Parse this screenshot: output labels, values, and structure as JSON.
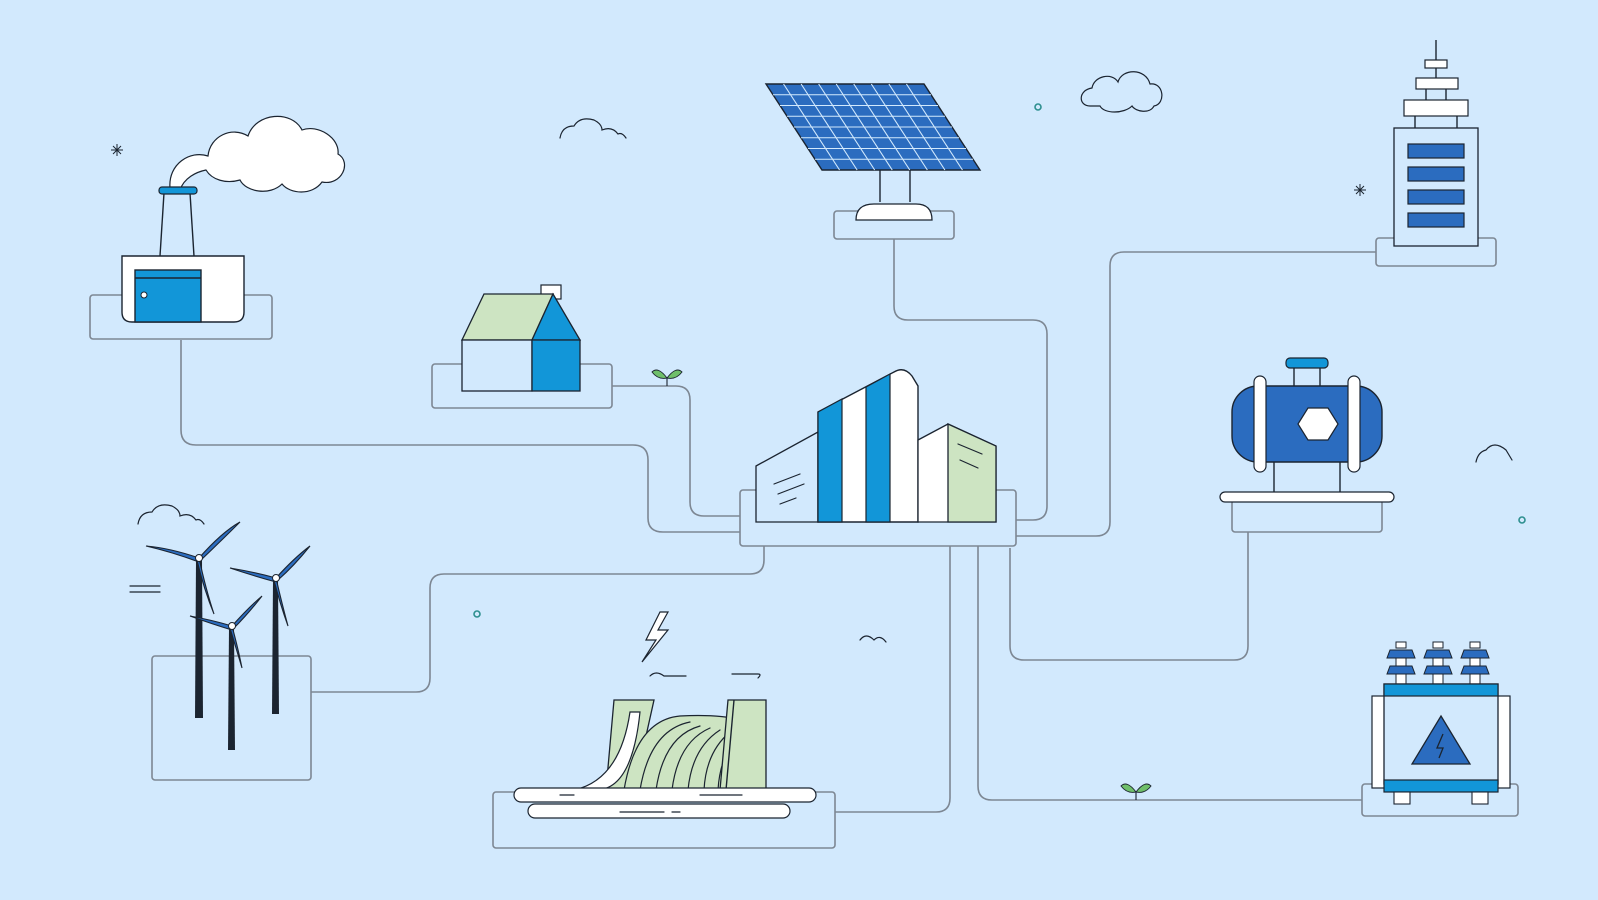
{
  "scene": {
    "background": "#d2e9fd",
    "colors": {
      "primary_blue": "#2b6cbf",
      "cyan_blue": "#1296d8",
      "light_green": "#cde4c2",
      "white": "#ffffff",
      "outline": "#1b2430",
      "connector": "#7d8793",
      "teal_dot": "#2d8f8f"
    }
  },
  "nodes": [
    {
      "id": "central-hub",
      "icon": "smart-grid-buildings-icon"
    },
    {
      "id": "factory",
      "icon": "factory-smokestack-icon"
    },
    {
      "id": "house",
      "icon": "house-icon"
    },
    {
      "id": "solar-panel",
      "icon": "solar-panel-icon"
    },
    {
      "id": "office-tower",
      "icon": "office-tower-icon"
    },
    {
      "id": "storage-tank",
      "icon": "storage-tank-icon"
    },
    {
      "id": "wind-farm",
      "icon": "wind-turbines-icon"
    },
    {
      "id": "hydro-dam",
      "icon": "hydro-dam-icon"
    },
    {
      "id": "transformer",
      "icon": "transformer-icon"
    }
  ],
  "connections": [
    [
      "factory",
      "central-hub"
    ],
    [
      "house",
      "central-hub"
    ],
    [
      "solar-panel",
      "central-hub"
    ],
    [
      "office-tower",
      "central-hub"
    ],
    [
      "storage-tank",
      "central-hub"
    ],
    [
      "wind-farm",
      "central-hub"
    ],
    [
      "hydro-dam",
      "central-hub"
    ],
    [
      "transformer",
      "central-hub"
    ]
  ]
}
